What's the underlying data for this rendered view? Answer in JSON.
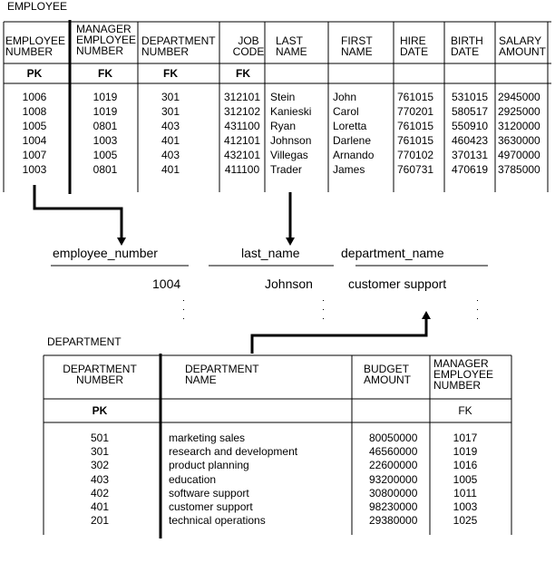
{
  "employee": {
    "title": "EMPLOYEE",
    "columns": [
      {
        "header": "EMPLOYEE\nNUMBER",
        "key": "PK"
      },
      {
        "header": "MANAGER\nEMPLOYEE\nNUMBER",
        "key": "FK"
      },
      {
        "header": "DEPARTMENT\nNUMBER",
        "key": "FK"
      },
      {
        "header": "JOB\nCODE",
        "key": "FK"
      },
      {
        "header": "LAST\nNAME",
        "key": ""
      },
      {
        "header": "FIRST\nNAME",
        "key": ""
      },
      {
        "header": "HIRE\nDATE",
        "key": ""
      },
      {
        "header": "BIRTH\nDATE",
        "key": ""
      },
      {
        "header": "SALARY\nAMOUNT",
        "key": ""
      }
    ],
    "rows": [
      [
        "1006",
        "1019",
        "301",
        "312101",
        "Stein",
        "John",
        "761015",
        "531015",
        "2945000"
      ],
      [
        "1008",
        "1019",
        "301",
        "312102",
        "Kanieski",
        "Carol",
        "770201",
        "580517",
        "2925000"
      ],
      [
        "1005",
        "0801",
        "403",
        "431100",
        "Ryan",
        "Loretta",
        "761015",
        "550910",
        "3120000"
      ],
      [
        "1004",
        "1003",
        "401",
        "412101",
        "Johnson",
        "Darlene",
        "761015",
        "460423",
        "3630000"
      ],
      [
        "1007",
        "1005",
        "403",
        "432101",
        "Villegas",
        "Arnando",
        "770102",
        "370131",
        "4970000"
      ],
      [
        "1003",
        "0801",
        "401",
        "411100",
        "Trader",
        "James",
        "760731",
        "470619",
        "3785000"
      ]
    ]
  },
  "result": {
    "columns": [
      "employee_number",
      "last_name",
      "department_name"
    ],
    "values": [
      "1004",
      "Johnson",
      "customer support"
    ]
  },
  "department": {
    "title": "DEPARTMENT",
    "columns": [
      {
        "header": "DEPARTMENT\nNUMBER",
        "key": "PK"
      },
      {
        "header": "DEPARTMENT\nNAME",
        "key": ""
      },
      {
        "header": "BUDGET\nAMOUNT",
        "key": ""
      },
      {
        "header": "MANAGER\nEMPLOYEE\nNUMBER",
        "key": "FK"
      }
    ],
    "rows": [
      [
        "501",
        "marketing sales",
        "80050000",
        "1017"
      ],
      [
        "301",
        "research and development",
        "46560000",
        "1019"
      ],
      [
        "302",
        "product planning",
        "22600000",
        "1016"
      ],
      [
        "403",
        "education",
        "93200000",
        "1005"
      ],
      [
        "402",
        "software support",
        "30800000",
        "1011"
      ],
      [
        "401",
        "customer support",
        "98230000",
        "1003"
      ],
      [
        "201",
        "technical operations",
        "29380000",
        "1025"
      ]
    ]
  }
}
